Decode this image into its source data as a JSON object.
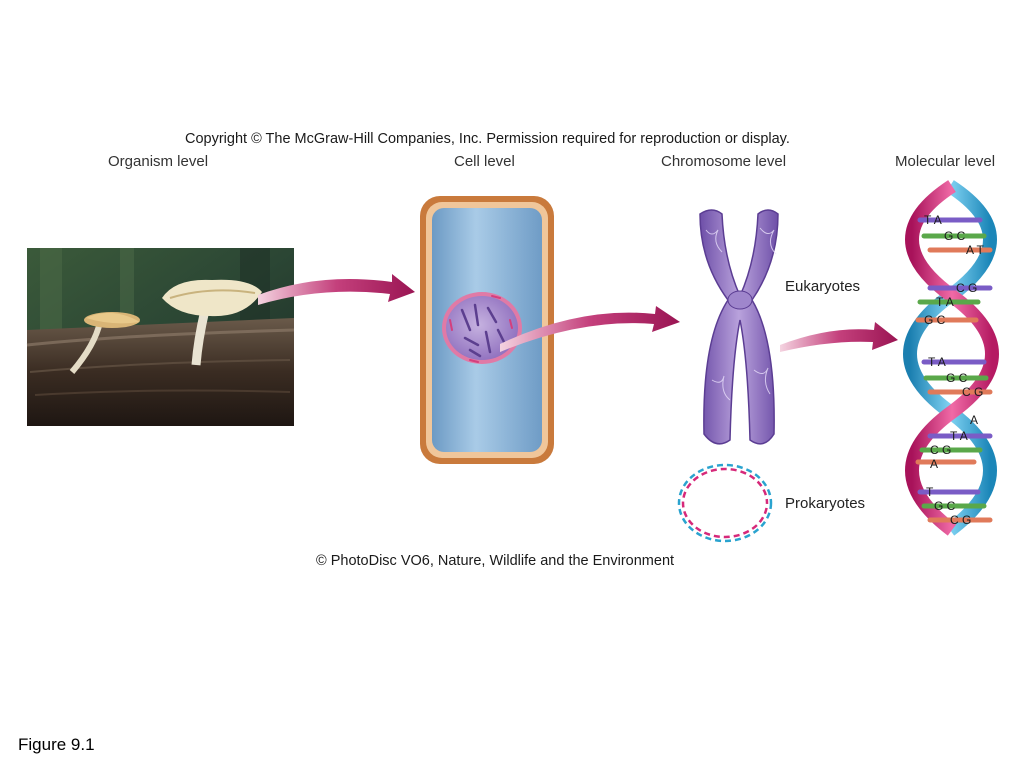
{
  "copyright": "Copyright © The McGraw-Hill Companies, Inc. Permission required for reproduction or display.",
  "levels": {
    "organism": "Organism level",
    "cell": "Cell level",
    "chromosome": "Chromosome level",
    "molecular": "Molecular level"
  },
  "chromosome_labels": {
    "eukaryotes": "Eukaryotes",
    "prokaryotes": "Prokaryotes"
  },
  "photo_credit": "© PhotoDisc VO6, Nature, Wildlife and the Environment",
  "figure_label": "Figure 9.1",
  "dna_bases": {
    "row1": "T A",
    "row2": "G C",
    "row3": "A T",
    "row4": "C G",
    "row5": "T A",
    "row6": "G C",
    "row7": "T A",
    "row8": "G C",
    "row9": "C G",
    "row10": "A",
    "row11": "T A",
    "row12": "C G",
    "row13": "A",
    "row14": "T",
    "row15": "G C",
    "row16": "C G"
  },
  "colors": {
    "arrow": "#a01e5a",
    "cell_wall": "#c97a3c",
    "cytoplasm": "#8cb6d8",
    "nucleus": "#a98ac4",
    "chromosome": "#8d6dc0",
    "dna_strand_pink": "#d6297a",
    "dna_strand_blue": "#2aa3cf"
  }
}
